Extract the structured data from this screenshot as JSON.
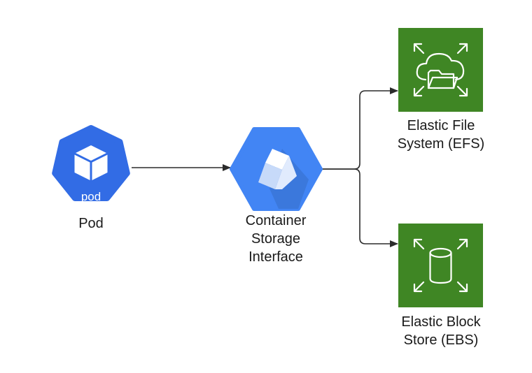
{
  "nodes": {
    "pod": {
      "icon_name": "kubernetes-pod-icon",
      "icon_text": "pod",
      "label": "Pod",
      "color": "#326CE5"
    },
    "csi": {
      "icon_name": "gcp-container-icon",
      "label_lines": [
        "Container",
        "Storage",
        "Interface"
      ],
      "color": "#4285F4"
    },
    "efs": {
      "icon_name": "aws-efs-icon",
      "label_lines": [
        "Elastic File",
        "System (EFS)"
      ],
      "color": "#3F8624"
    },
    "ebs": {
      "icon_name": "aws-ebs-icon",
      "label_lines": [
        "Elastic Block",
        "Store (EBS)"
      ],
      "color": "#3F8624"
    }
  },
  "connectors": [
    {
      "from": "pod",
      "to": "csi"
    },
    {
      "from": "csi",
      "to": "efs"
    },
    {
      "from": "csi",
      "to": "ebs"
    }
  ],
  "colors": {
    "line": "#2b2b2b",
    "text": "#1a1a1a"
  }
}
